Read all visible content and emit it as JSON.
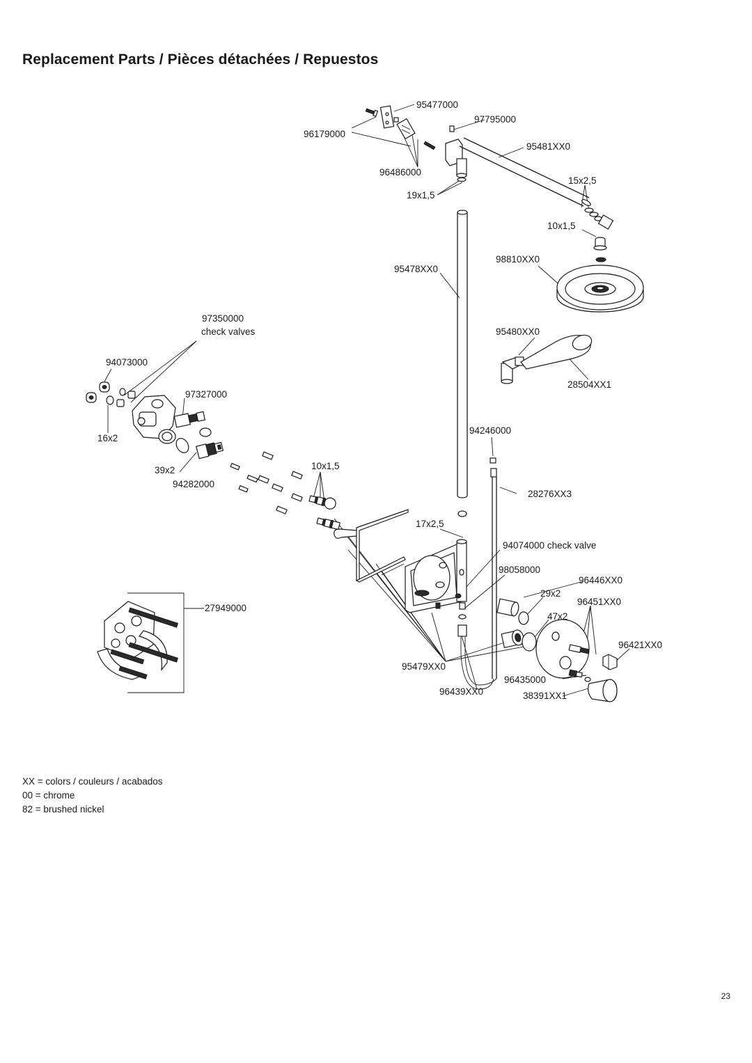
{
  "title": "Replacement Parts / Pièces détachées / Repuestos",
  "labels": {
    "p95477000": "95477000",
    "p97795000": "97795000",
    "p96179000": "96179000",
    "p95481XX0": "95481XX0",
    "p96486000": "96486000",
    "s15x2_5": "15x2,5",
    "s19x1_5": "19x1,5",
    "s10x1_5_top": "10x1,5",
    "p98810XX0": "98810XX0",
    "p95478XX0": "95478XX0",
    "p97350000": "97350000",
    "check_valves": "check valves",
    "p95480XX0": "95480XX0",
    "p94073000": "94073000",
    "p28504XX1": "28504XX1",
    "p97327000": "97327000",
    "p94246000": "94246000",
    "s16x2": "16x2",
    "s39x2": "39x2",
    "s10x1_5_mid": "10x1,5",
    "p94282000": "94282000",
    "p28276XX3": "28276XX3",
    "s17x2_5": "17x2,5",
    "p94074000": "94074000 check valve",
    "p98058000": "98058000",
    "p96446XX0": "96446XX0",
    "s29x2": "29x2",
    "p27949000": "27949000",
    "p96451XX0": "96451XX0",
    "s47x2": "47x2",
    "p96421XX0": "96421XX0",
    "p95479XX0": "95479XX0",
    "p96435000": "96435000",
    "p96439XX0": "96439XX0",
    "p38391XX1": "38391XX1"
  },
  "legend": [
    "XX = colors / couleurs / acabados",
    "00 = chrome",
    "82 = brushed nickel"
  ],
  "page_number": "23"
}
